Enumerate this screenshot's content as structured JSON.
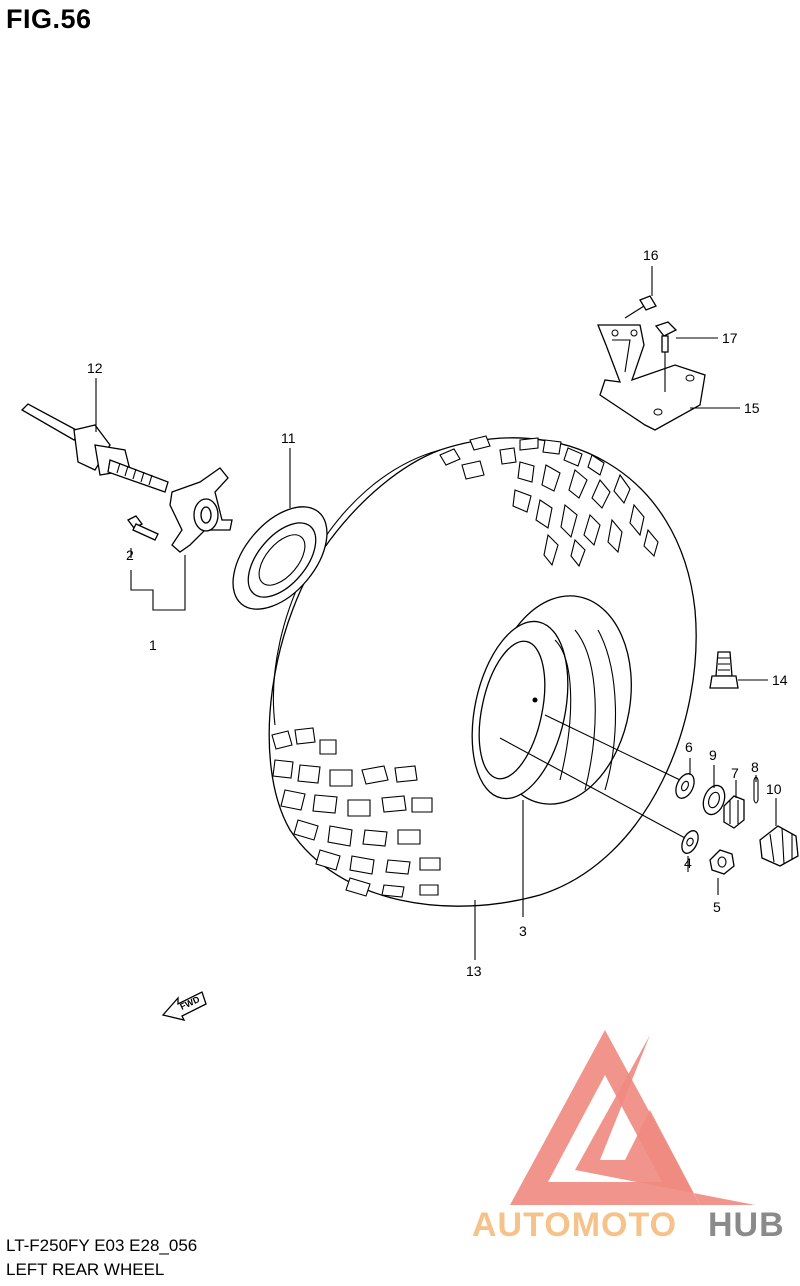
{
  "figure": {
    "title": "FIG.56",
    "model_code": "LT-F250FY E03 E28_056",
    "assembly_name": "LEFT REAR WHEEL"
  },
  "callouts": [
    {
      "id": "c1",
      "label": "1"
    },
    {
      "id": "c2",
      "label": "2"
    },
    {
      "id": "c3",
      "label": "3"
    },
    {
      "id": "c4",
      "label": "4"
    },
    {
      "id": "c5",
      "label": "5"
    },
    {
      "id": "c6",
      "label": "6"
    },
    {
      "id": "c7",
      "label": "7"
    },
    {
      "id": "c8",
      "label": "8"
    },
    {
      "id": "c9",
      "label": "9"
    },
    {
      "id": "c10",
      "label": "10"
    },
    {
      "id": "c11",
      "label": "11"
    },
    {
      "id": "c12",
      "label": "12"
    },
    {
      "id": "c13",
      "label": "13"
    },
    {
      "id": "c14",
      "label": "14"
    },
    {
      "id": "c15",
      "label": "15"
    },
    {
      "id": "c16",
      "label": "16"
    },
    {
      "id": "c17",
      "label": "17"
    }
  ],
  "fwd_marker": {
    "label": "FWD"
  },
  "watermark": {
    "text_part1": "AUTOMOTO",
    "text_part2": "HUB",
    "color_primary": "#f08a80",
    "color_accent": "#f5c28a",
    "color_dark": "#8a8a8a"
  }
}
